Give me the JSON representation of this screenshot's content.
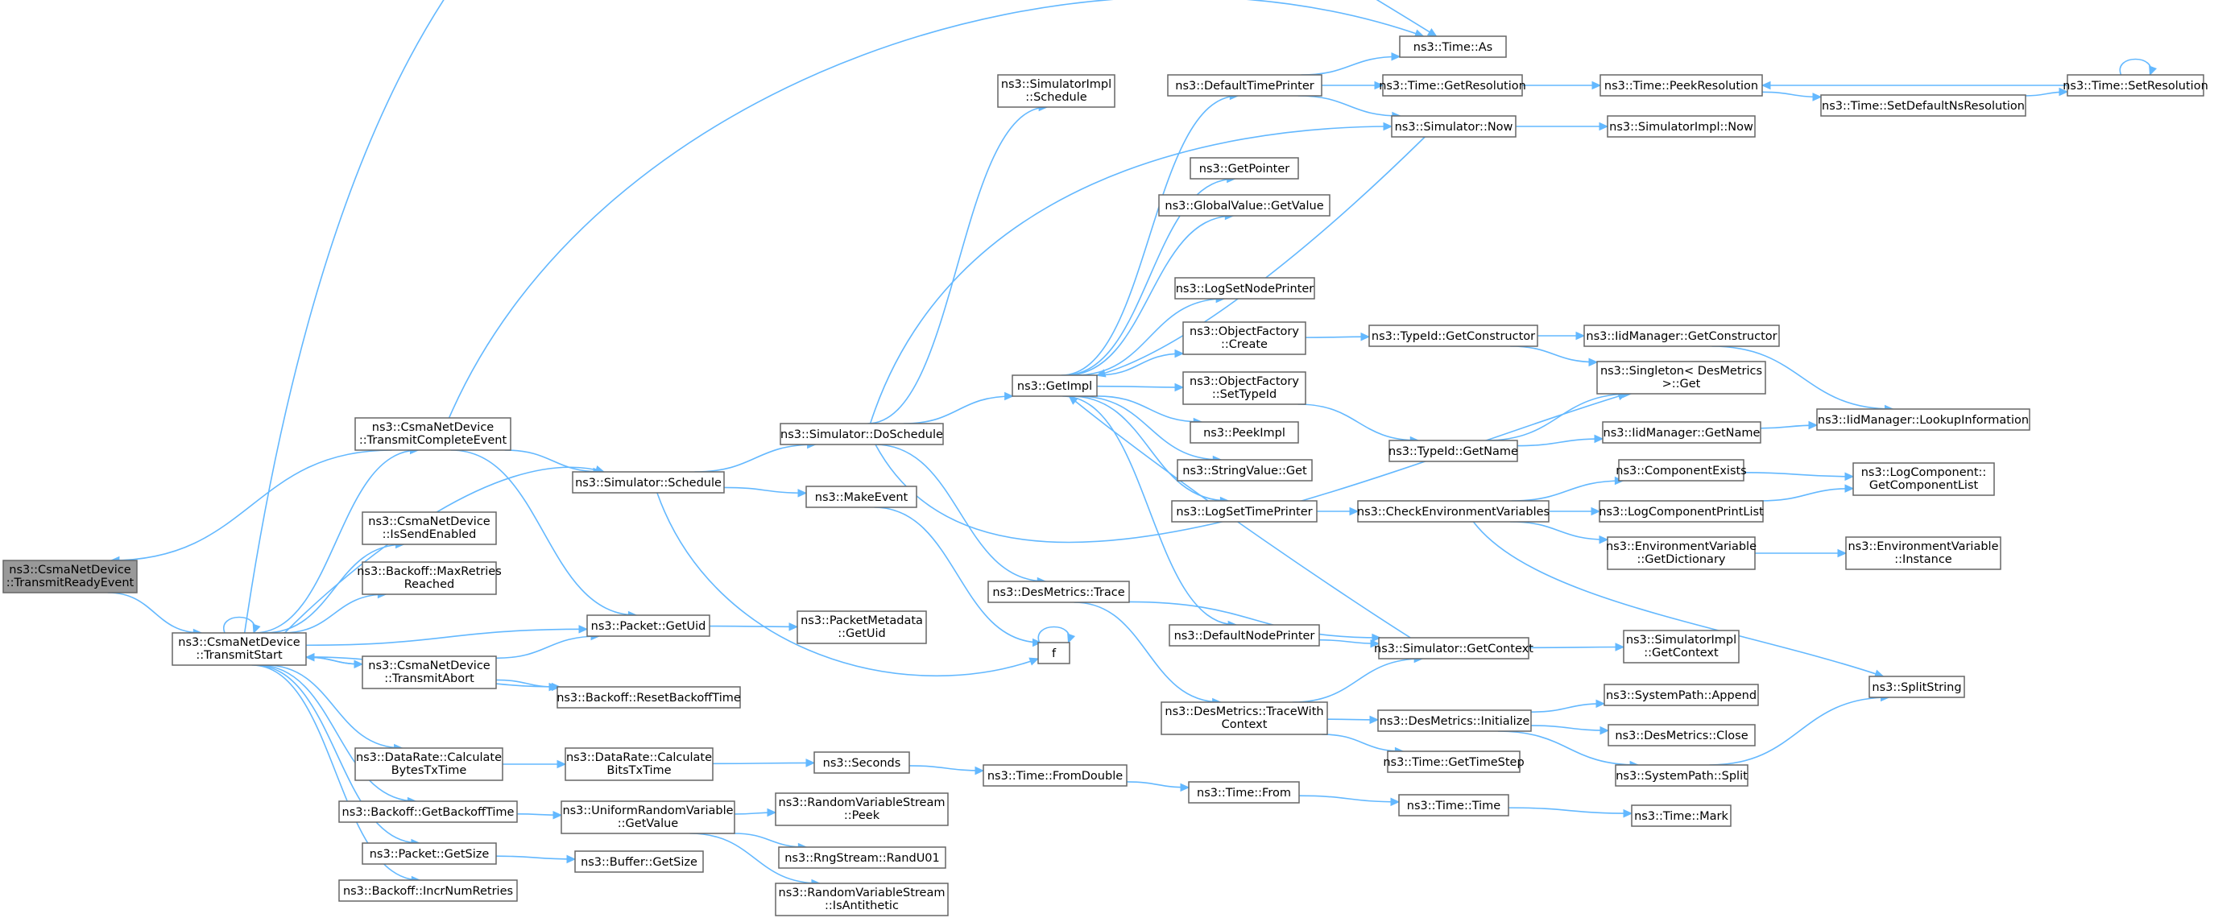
{
  "nodes": [
    {
      "id": "root",
      "lines": [
        "ns3::CsmaNetDevice",
        "::TransmitReadyEvent"
      ],
      "root": true
    },
    {
      "id": "tstart",
      "lines": [
        "ns3::CsmaNetDevice",
        "::TransmitStart"
      ]
    },
    {
      "id": "tcomp",
      "lines": [
        "ns3::CsmaNetDevice",
        "::TransmitCompleteEvent"
      ]
    },
    {
      "id": "issend",
      "lines": [
        "ns3::CsmaNetDevice",
        "::IsSendEnabled"
      ]
    },
    {
      "id": "maxret",
      "lines": [
        "ns3::Backoff::MaxRetries",
        "Reached"
      ]
    },
    {
      "id": "tabort",
      "lines": [
        "ns3::CsmaNetDevice",
        "::TransmitAbort"
      ]
    },
    {
      "id": "calcbytes",
      "lines": [
        "ns3::DataRate::Calculate",
        "BytesTxTime"
      ]
    },
    {
      "id": "getbackoff",
      "lines": [
        "ns3::Backoff::GetBackoffTime"
      ]
    },
    {
      "id": "pgetsize",
      "lines": [
        "ns3::Packet::GetSize"
      ]
    },
    {
      "id": "incr",
      "lines": [
        "ns3::Backoff::IncrNumRetries"
      ]
    },
    {
      "id": "sched",
      "lines": [
        "ns3::Simulator::Schedule"
      ]
    },
    {
      "id": "getuid",
      "lines": [
        "ns3::Packet::GetUid"
      ]
    },
    {
      "id": "resetbo",
      "lines": [
        "ns3::Backoff::ResetBackoffTime"
      ]
    },
    {
      "id": "calcbits",
      "lines": [
        "ns3::DataRate::Calculate",
        "BitsTxTime"
      ]
    },
    {
      "id": "urvget",
      "lines": [
        "ns3::UniformRandomVariable",
        "::GetValue"
      ]
    },
    {
      "id": "bufsize",
      "lines": [
        "ns3::Buffer::GetSize"
      ]
    },
    {
      "id": "dosched",
      "lines": [
        "ns3::Simulator::DoSchedule"
      ]
    },
    {
      "id": "makeev",
      "lines": [
        "ns3::MakeEvent"
      ]
    },
    {
      "id": "pmuid",
      "lines": [
        "ns3::PacketMetadata",
        "::GetUid"
      ]
    },
    {
      "id": "seconds",
      "lines": [
        "ns3::Seconds"
      ]
    },
    {
      "id": "rvspeek",
      "lines": [
        "ns3::RandomVariableStream",
        "::Peek"
      ]
    },
    {
      "id": "randu",
      "lines": [
        "ns3::RngStream::RandU01"
      ]
    },
    {
      "id": "isanti",
      "lines": [
        "ns3::RandomVariableStream",
        "::IsAntithetic"
      ]
    },
    {
      "id": "simplsched",
      "lines": [
        "ns3::SimulatorImpl",
        "::Schedule"
      ]
    },
    {
      "id": "trace",
      "lines": [
        "ns3::DesMetrics::Trace"
      ]
    },
    {
      "id": "f",
      "lines": [
        "f"
      ]
    },
    {
      "id": "fromdouble",
      "lines": [
        "ns3::Time::FromDouble"
      ]
    },
    {
      "id": "getimpl",
      "lines": [
        "ns3::GetImpl"
      ]
    },
    {
      "id": "dtp",
      "lines": [
        "ns3::DefaultTimePrinter"
      ]
    },
    {
      "id": "getptr",
      "lines": [
        "ns3::GetPointer"
      ]
    },
    {
      "id": "gvget",
      "lines": [
        "ns3::GlobalValue::GetValue"
      ]
    },
    {
      "id": "lsnp",
      "lines": [
        "ns3::LogSetNodePrinter"
      ]
    },
    {
      "id": "ofcreate",
      "lines": [
        "ns3::ObjectFactory",
        "::Create"
      ]
    },
    {
      "id": "ofsettid",
      "lines": [
        "ns3::ObjectFactory",
        "::SetTypeId"
      ]
    },
    {
      "id": "peekimpl",
      "lines": [
        "ns3::PeekImpl"
      ]
    },
    {
      "id": "svget",
      "lines": [
        "ns3::StringValue::Get"
      ]
    },
    {
      "id": "lstp",
      "lines": [
        "ns3::LogSetTimePrinter"
      ]
    },
    {
      "id": "dnp",
      "lines": [
        "ns3::DefaultNodePrinter"
      ]
    },
    {
      "id": "tracectx",
      "lines": [
        "ns3::DesMetrics::TraceWith",
        "Context"
      ]
    },
    {
      "id": "timefrom",
      "lines": [
        "ns3::Time::From"
      ]
    },
    {
      "id": "timeas",
      "lines": [
        "ns3::Time::As"
      ]
    },
    {
      "id": "getres",
      "lines": [
        "ns3::Time::GetResolution"
      ]
    },
    {
      "id": "simnow",
      "lines": [
        "ns3::Simulator::Now"
      ]
    },
    {
      "id": "tidgetctor",
      "lines": [
        "ns3::TypeId::GetConstructor"
      ]
    },
    {
      "id": "tidgetname",
      "lines": [
        "ns3::TypeId::GetName"
      ]
    },
    {
      "id": "checkenv",
      "lines": [
        "ns3::CheckEnvironmentVariables"
      ]
    },
    {
      "id": "simgetctx",
      "lines": [
        "ns3::Simulator::GetContext"
      ]
    },
    {
      "id": "desinit",
      "lines": [
        "ns3::DesMetrics::Initialize"
      ]
    },
    {
      "id": "gettimestep",
      "lines": [
        "ns3::Time::GetTimeStep"
      ]
    },
    {
      "id": "timetime",
      "lines": [
        "ns3::Time::Time"
      ]
    },
    {
      "id": "peekres",
      "lines": [
        "ns3::Time::PeekResolution"
      ]
    },
    {
      "id": "siminow",
      "lines": [
        "ns3::SimulatorImpl::Now"
      ]
    },
    {
      "id": "iidgetctor",
      "lines": [
        "ns3::IidManager::GetConstructor"
      ]
    },
    {
      "id": "singleton",
      "lines": [
        "ns3::Singleton< DesMetrics",
        "&gt;::Get"
      ]
    },
    {
      "id": "iidgetname",
      "lines": [
        "ns3::IidManager::GetName"
      ]
    },
    {
      "id": "compexists",
      "lines": [
        "ns3::ComponentExists"
      ]
    },
    {
      "id": "lcpl",
      "lines": [
        "ns3::LogComponentPrintList"
      ]
    },
    {
      "id": "envdict",
      "lines": [
        "ns3::EnvironmentVariable",
        "::GetDictionary"
      ]
    },
    {
      "id": "simigetctx",
      "lines": [
        "ns3::SimulatorImpl",
        "::GetContext"
      ]
    },
    {
      "id": "spappend",
      "lines": [
        "ns3::SystemPath::Append"
      ]
    },
    {
      "id": "desclose",
      "lines": [
        "ns3::DesMetrics::Close"
      ]
    },
    {
      "id": "spsplit",
      "lines": [
        "ns3::SystemPath::Split"
      ]
    },
    {
      "id": "timemark",
      "lines": [
        "ns3::Time::Mark"
      ]
    },
    {
      "id": "setdefns",
      "lines": [
        "ns3::Time::SetDefaultNsResolution"
      ]
    },
    {
      "id": "setres",
      "lines": [
        "ns3::Time::SetResolution"
      ]
    },
    {
      "id": "iidlookup",
      "lines": [
        "ns3::IidManager::LookupInformation"
      ]
    },
    {
      "id": "lcgcl",
      "lines": [
        "ns3::LogComponent::",
        "GetComponentList"
      ]
    },
    {
      "id": "envinst",
      "lines": [
        "ns3::EnvironmentVariable",
        "::Instance"
      ]
    },
    {
      "id": "splitstr",
      "lines": [
        "ns3::SplitString"
      ]
    }
  ],
  "edges": [
    [
      "root",
      "tstart"
    ],
    [
      "tcomp",
      "root"
    ],
    [
      "tstart",
      "tstart"
    ],
    [
      "tstart",
      "tcomp"
    ],
    [
      "tstart",
      "issend"
    ],
    [
      "tstart",
      "maxret"
    ],
    [
      "tstart",
      "getuid"
    ],
    [
      "tstart",
      "tabort"
    ],
    [
      "tstart",
      "resetbo"
    ],
    [
      "tstart",
      "calcbytes"
    ],
    [
      "tstart",
      "getbackoff"
    ],
    [
      "tstart",
      "pgetsize"
    ],
    [
      "tstart",
      "incr"
    ],
    [
      "tstart",
      "sched"
    ],
    [
      "tstart",
      "timeas"
    ],
    [
      "tcomp",
      "timeas"
    ],
    [
      "tcomp",
      "sched"
    ],
    [
      "tcomp",
      "getuid"
    ],
    [
      "tabort",
      "tstart"
    ],
    [
      "tabort",
      "getuid"
    ],
    [
      "tabort",
      "resetbo"
    ],
    [
      "calcbytes",
      "calcbits"
    ],
    [
      "getbackoff",
      "urvget"
    ],
    [
      "pgetsize",
      "bufsize"
    ],
    [
      "sched",
      "dosched"
    ],
    [
      "sched",
      "makeev"
    ],
    [
      "sched",
      "f"
    ],
    [
      "getuid",
      "pmuid"
    ],
    [
      "calcbits",
      "seconds"
    ],
    [
      "urvget",
      "rvspeek"
    ],
    [
      "urvget",
      "randu"
    ],
    [
      "urvget",
      "isanti"
    ],
    [
      "dosched",
      "simplsched"
    ],
    [
      "dosched",
      "getimpl"
    ],
    [
      "dosched",
      "simnow"
    ],
    [
      "dosched",
      "trace"
    ],
    [
      "dosched",
      "singleton"
    ],
    [
      "makeev",
      "f"
    ],
    [
      "f",
      "f"
    ],
    [
      "seconds",
      "fromdouble"
    ],
    [
      "fromdouble",
      "timefrom"
    ],
    [
      "timefrom",
      "timetime"
    ],
    [
      "timetime",
      "timemark"
    ],
    [
      "trace",
      "simgetctx"
    ],
    [
      "trace",
      "tracectx"
    ],
    [
      "tracectx",
      "simgetctx"
    ],
    [
      "tracectx",
      "desinit"
    ],
    [
      "tracectx",
      "gettimestep"
    ],
    [
      "getimpl",
      "dtp"
    ],
    [
      "getimpl",
      "getptr"
    ],
    [
      "getimpl",
      "gvget"
    ],
    [
      "getimpl",
      "lsnp"
    ],
    [
      "getimpl",
      "ofcreate"
    ],
    [
      "getimpl",
      "ofsettid"
    ],
    [
      "getimpl",
      "peekimpl"
    ],
    [
      "getimpl",
      "svget"
    ],
    [
      "getimpl",
      "lstp"
    ],
    [
      "getimpl",
      "dnp"
    ],
    [
      "simnow",
      "getimpl"
    ],
    [
      "simgetctx",
      "getimpl"
    ],
    [
      "dtp",
      "timeas"
    ],
    [
      "dtp",
      "getres"
    ],
    [
      "dtp",
      "simnow"
    ],
    [
      "dnp",
      "simgetctx"
    ],
    [
      "ofcreate",
      "tidgetctor"
    ],
    [
      "ofsettid",
      "tidgetname"
    ],
    [
      "lstp",
      "checkenv"
    ],
    [
      "getres",
      "peekres"
    ],
    [
      "simnow",
      "siminow"
    ],
    [
      "simgetctx",
      "simigetctx"
    ],
    [
      "tidgetctor",
      "iidgetctor"
    ],
    [
      "tidgetctor",
      "singleton"
    ],
    [
      "tidgetname",
      "singleton"
    ],
    [
      "tidgetname",
      "iidgetname"
    ],
    [
      "checkenv",
      "compexists"
    ],
    [
      "checkenv",
      "lcpl"
    ],
    [
      "checkenv",
      "envdict"
    ],
    [
      "checkenv",
      "splitstr"
    ],
    [
      "desinit",
      "spappend"
    ],
    [
      "desinit",
      "desclose"
    ],
    [
      "desinit",
      "spsplit"
    ],
    [
      "peekres",
      "setdefns"
    ],
    [
      "setres",
      "peekres"
    ],
    [
      "setdefns",
      "setres"
    ],
    [
      "setres",
      "setres"
    ],
    [
      "iidgetctor",
      "iidlookup"
    ],
    [
      "iidgetname",
      "iidlookup"
    ],
    [
      "compexists",
      "lcgcl"
    ],
    [
      "lcpl",
      "lcgcl"
    ],
    [
      "envdict",
      "envinst"
    ],
    [
      "spsplit",
      "splitstr"
    ]
  ]
}
